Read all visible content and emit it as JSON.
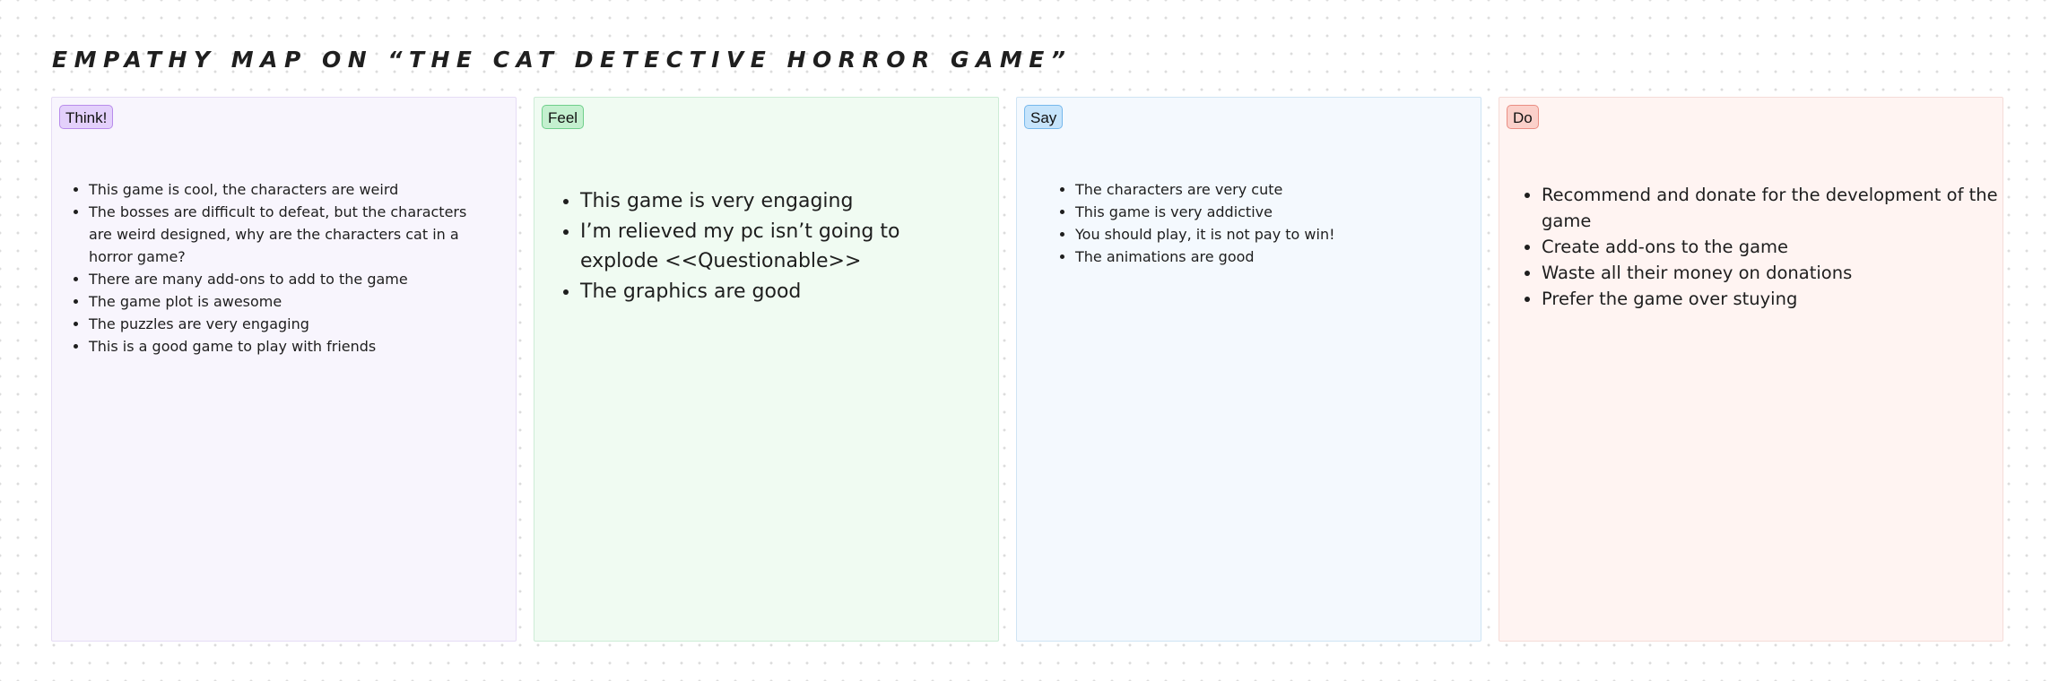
{
  "board": {
    "title": "EMPATHY MAP ON “THE CAT DETECTIVE HORROR GAME”"
  },
  "sections": {
    "think": {
      "label": "Think!",
      "color": "#e3d0fb",
      "items": [
        "This game is cool, the characters are weird",
        "The bosses are difficult to defeat, but the characters are weird designed, why are the characters cat in a horror game?",
        "There are many add-ons to add to the game",
        "The game plot is awesome",
        "The puzzles are very engaging",
        "This is a good game to play with friends"
      ]
    },
    "feel": {
      "label": "Feel",
      "color": "#c4f0cf",
      "items": [
        "This game is very engaging",
        "I’m relieved my pc isn’t going to explode <<Questionable>>",
        "The graphics are good"
      ]
    },
    "say": {
      "label": "Say",
      "color": "#c6e4fb",
      "items": [
        "The characters are very cute",
        "This game is very addictive",
        "You should play, it is not pay to win!",
        "The animations are good"
      ]
    },
    "do": {
      "label": "Do",
      "color": "#fbd0ca",
      "items": [
        "Recommend and donate for the development of the game",
        "Create add-ons to the game",
        "Waste all their money on donations",
        "Prefer the game over stuying"
      ]
    }
  }
}
